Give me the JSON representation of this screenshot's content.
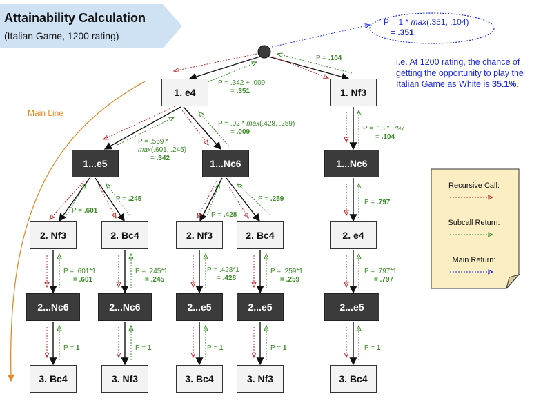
{
  "title": "Attainability Calculation",
  "subtitle": "(Italian Game, 1200 rating)",
  "root_formula": {
    "line1_prefix": "P = 1 * ",
    "line1_func": "max",
    "line1_args": "(.351, .104)",
    "line2_prefix": "= ",
    "line2_value": ".351"
  },
  "explanation": {
    "text": "i.e. At 1200 rating, the chance of getting the opportunity to play the Italian Game as White is ",
    "highlight": "35.1%",
    "suffix": "."
  },
  "main_line_label": "Main Line",
  "nodes": {
    "e4": "1. e4",
    "nf3_1": "1. Nf3",
    "e5_1": "1...e5",
    "nc6_1": "1...Nc6",
    "nc6_1b": "1...Nc6",
    "nf3_a": "2. Nf3",
    "bc4_a": "2. Bc4",
    "nf3_b": "2. Nf3",
    "bc4_b": "2. Bc4",
    "e4_2": "2. e4",
    "nc6_2a": "2...Nc6",
    "nc6_2b": "2...Nc6",
    "e5_2a": "2...e5",
    "e5_2b": "2...e5",
    "e5_2c": "2...e5",
    "bc4_3a": "3. Bc4",
    "nf3_3a": "3. Nf3",
    "bc4_3b": "3. Bc4",
    "nf3_3b": "3. Nf3",
    "bc4_3c": "3. Bc4"
  },
  "labels": {
    "p_nf3_top": {
      "pre": "P = ",
      "val": ".104"
    },
    "p_e4_formula": {
      "line1": "P = .342 + .009",
      "val": "= .351"
    },
    "p_nc6_formula": {
      "line1a": "P = .02 * ",
      "func": "max",
      "line1b": "(.428, .259)",
      "val": "= .009"
    },
    "p_e5_formula": {
      "line1": "P = .569 *",
      "func": "max",
      "line2": "(.601, .245)",
      "val": "= .342"
    },
    "p_nf3_formula": {
      "line1": "P = .13 * .797",
      "val": "= .104"
    },
    "p_601": {
      "pre": "P = ",
      "val": ".601"
    },
    "p_245": {
      "pre": "P = ",
      "val": ".245"
    },
    "p_428": {
      "pre": "P = ",
      "val": ".428"
    },
    "p_259": {
      "pre": "P = ",
      "val": ".259"
    },
    "p_797": {
      "pre": "P = ",
      "val": ".797"
    },
    "p_601_mult": {
      "line1": "P = .601*1",
      "val": "= .601"
    },
    "p_245_mult": {
      "line1": "P = .245*1",
      "val": "= .245"
    },
    "p_428_mult": {
      "line1": "P = .428*1",
      "val": "= .428"
    },
    "p_259_mult": {
      "line1": "P = .259*1",
      "val": "= .259"
    },
    "p_797_mult": {
      "line1": "P = .797*1",
      "val": "= .797"
    },
    "p_one_a": {
      "pre": "P = ",
      "val": "1"
    },
    "p_one_b": {
      "pre": "P = ",
      "val": "1"
    },
    "p_one_c": {
      "pre": "P = ",
      "val": "1"
    },
    "p_one_d": {
      "pre": "P = ",
      "val": "1"
    },
    "p_one_e": {
      "pre": "P = ",
      "val": "1"
    }
  },
  "legend": {
    "recursive": "Recursive Call:",
    "subcall": "Subcall Return:",
    "main": "Main Return:"
  },
  "colors": {
    "recursive": "#c0262b",
    "subcall": "#3a8a28",
    "main": "#1d2bd6",
    "banner": "#cfe2f3",
    "main_line": "#e08a2a",
    "legend_bg": "#fbeec3"
  }
}
